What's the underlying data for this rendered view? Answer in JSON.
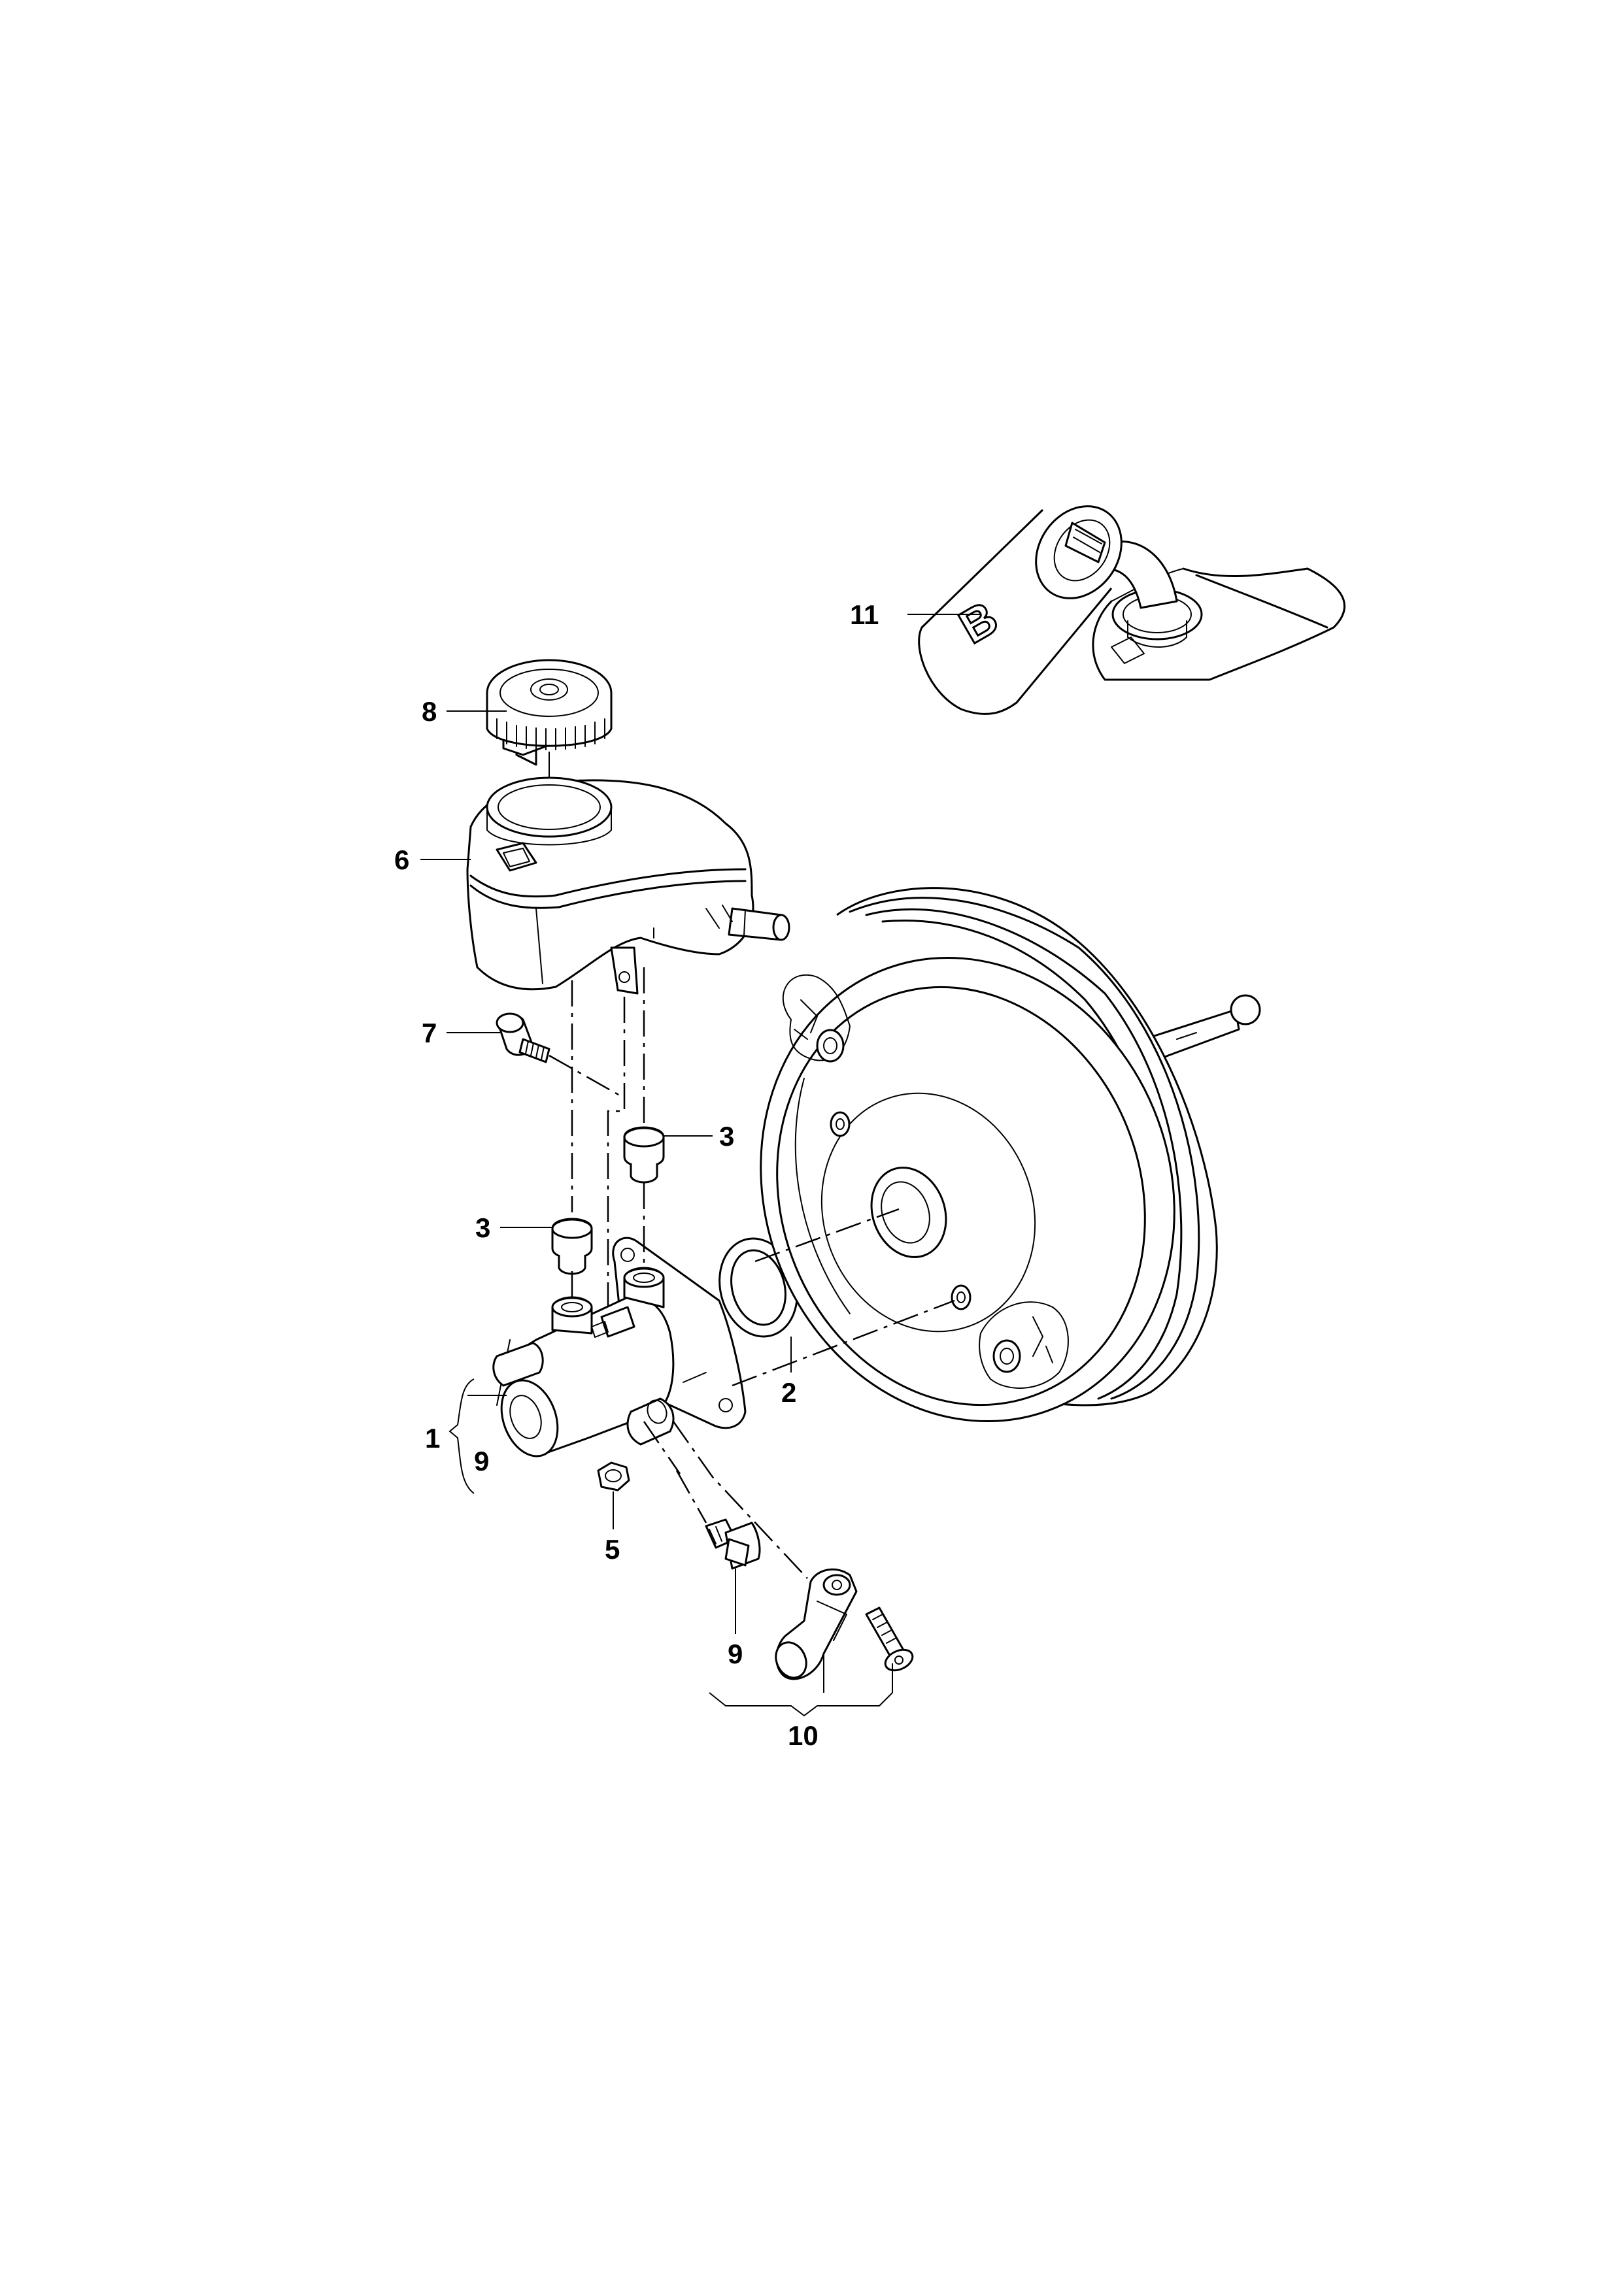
{
  "labels": {
    "l1": "1",
    "l2": "2",
    "l3a": "3",
    "l3b": "3",
    "l5": "5",
    "l6": "6",
    "l7": "7",
    "l8": "8",
    "l9a": "9",
    "l9b": "9",
    "l10": "10",
    "l11": "11"
  },
  "markings": {
    "bottle_letter": "B"
  }
}
